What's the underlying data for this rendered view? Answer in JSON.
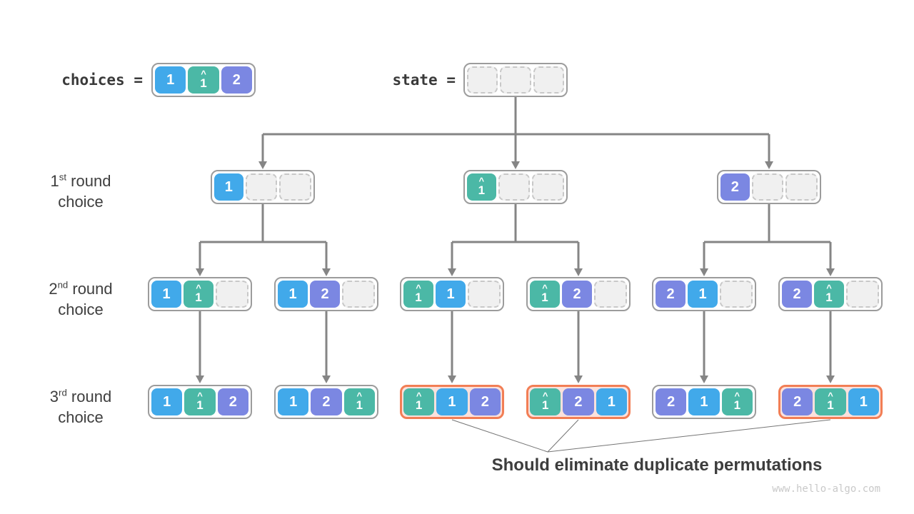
{
  "header": {
    "choices_label": "choices =",
    "state_label": "state ="
  },
  "choices_box": {
    "cells": [
      {
        "v": "1",
        "c": "blue"
      },
      {
        "v": "1",
        "c": "teal",
        "hat": true
      },
      {
        "v": "2",
        "c": "purple"
      }
    ]
  },
  "state_box": {
    "cells": [
      {},
      {},
      {}
    ]
  },
  "round_labels": [
    {
      "num": "1",
      "sup": "st",
      "rest": "round",
      "line2": "choice"
    },
    {
      "num": "2",
      "sup": "nd",
      "rest": "round",
      "line2": "choice"
    },
    {
      "num": "3",
      "sup": "rd",
      "rest": "round",
      "line2": "choice"
    }
  ],
  "tree": {
    "round1": [
      {
        "cells": [
          {
            "v": "1",
            "c": "blue"
          },
          {},
          {}
        ]
      },
      {
        "cells": [
          {
            "v": "1",
            "c": "teal",
            "hat": true
          },
          {},
          {}
        ]
      },
      {
        "cells": [
          {
            "v": "2",
            "c": "purple"
          },
          {},
          {}
        ]
      }
    ],
    "round2": [
      {
        "cells": [
          {
            "v": "1",
            "c": "blue"
          },
          {
            "v": "1",
            "c": "teal",
            "hat": true
          },
          {}
        ]
      },
      {
        "cells": [
          {
            "v": "1",
            "c": "blue"
          },
          {
            "v": "2",
            "c": "purple"
          },
          {}
        ]
      },
      {
        "cells": [
          {
            "v": "1",
            "c": "teal",
            "hat": true
          },
          {
            "v": "1",
            "c": "blue"
          },
          {}
        ]
      },
      {
        "cells": [
          {
            "v": "1",
            "c": "teal",
            "hat": true
          },
          {
            "v": "2",
            "c": "purple"
          },
          {}
        ]
      },
      {
        "cells": [
          {
            "v": "2",
            "c": "purple"
          },
          {
            "v": "1",
            "c": "blue"
          },
          {}
        ]
      },
      {
        "cells": [
          {
            "v": "2",
            "c": "purple"
          },
          {
            "v": "1",
            "c": "teal",
            "hat": true
          },
          {}
        ]
      }
    ],
    "round3": [
      {
        "cells": [
          {
            "v": "1",
            "c": "blue"
          },
          {
            "v": "1",
            "c": "teal",
            "hat": true
          },
          {
            "v": "2",
            "c": "purple"
          }
        ]
      },
      {
        "cells": [
          {
            "v": "1",
            "c": "blue"
          },
          {
            "v": "2",
            "c": "purple"
          },
          {
            "v": "1",
            "c": "teal",
            "hat": true
          }
        ]
      },
      {
        "hl": true,
        "cells": [
          {
            "v": "1",
            "c": "teal",
            "hat": true
          },
          {
            "v": "1",
            "c": "blue"
          },
          {
            "v": "2",
            "c": "purple"
          }
        ]
      },
      {
        "hl": true,
        "cells": [
          {
            "v": "1",
            "c": "teal",
            "hat": true
          },
          {
            "v": "2",
            "c": "purple"
          },
          {
            "v": "1",
            "c": "blue"
          }
        ]
      },
      {
        "cells": [
          {
            "v": "2",
            "c": "purple"
          },
          {
            "v": "1",
            "c": "blue"
          },
          {
            "v": "1",
            "c": "teal",
            "hat": true
          }
        ]
      },
      {
        "hl": true,
        "cells": [
          {
            "v": "2",
            "c": "purple"
          },
          {
            "v": "1",
            "c": "teal",
            "hat": true
          },
          {
            "v": "1",
            "c": "blue"
          }
        ]
      }
    ]
  },
  "annotation": "Should eliminate duplicate permutations",
  "watermark": "www.hello-algo.com",
  "colors": {
    "blue": "#41a9ea",
    "teal": "#4bb8a6",
    "purple": "#7b87e2",
    "highlight_border": "#f27e55",
    "highlight_fill": "#fbe1dc",
    "connector": "#858585",
    "leader_line": "#757575"
  }
}
